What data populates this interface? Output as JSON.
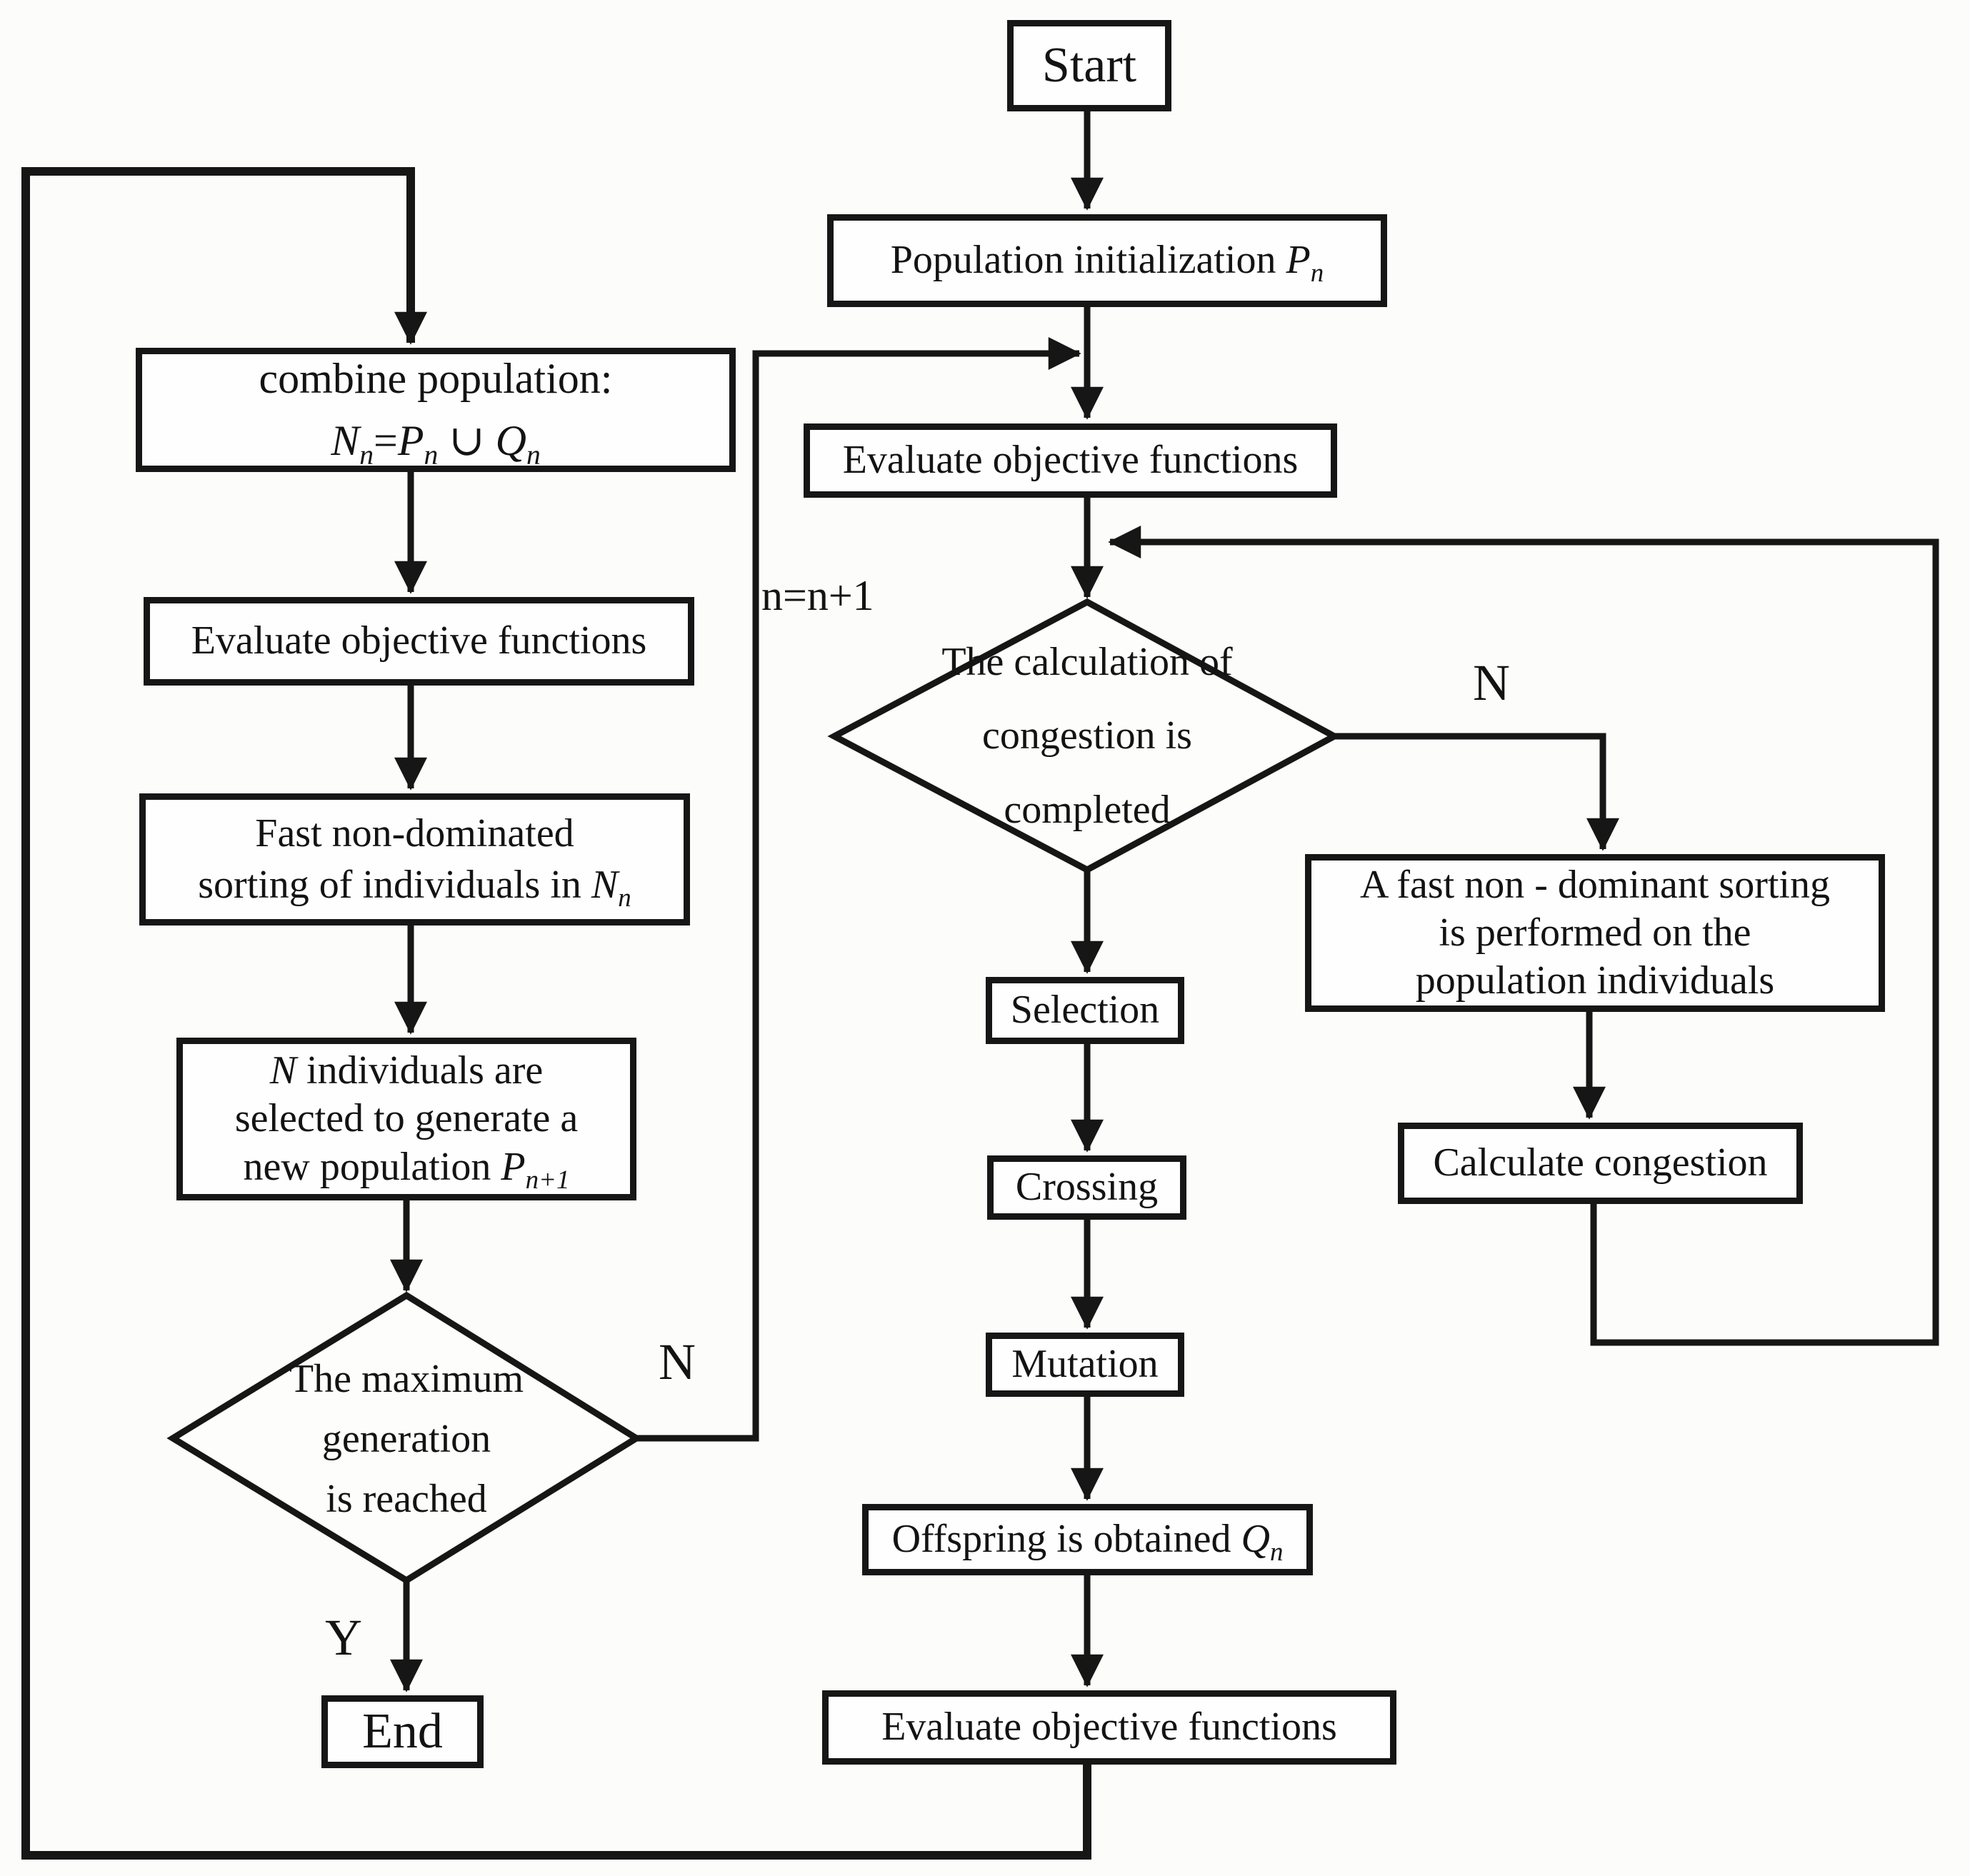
{
  "page": {
    "background_color": "#fcfcfb",
    "line_color": "#161616",
    "box_fill_color": "#fefefe"
  },
  "flowchart": {
    "nodes": {
      "start": {
        "label": "Start",
        "shape": "rectangle"
      },
      "population_init": {
        "label": "Population initialization *{P}_{n}",
        "shape": "rectangle"
      },
      "evaluate_mid": {
        "label": "Evaluate objective functions",
        "shape": "rectangle"
      },
      "congestion_decision": {
        "label": "The calculation of\ncongestion is\ncompleted",
        "shape": "diamond"
      },
      "selection": {
        "label": "Selection",
        "shape": "rectangle"
      },
      "crossing": {
        "label": "Crossing",
        "shape": "rectangle"
      },
      "mutation": {
        "label": "Mutation",
        "shape": "rectangle"
      },
      "offspring": {
        "label": "Offspring is obtained *{Q}_{n}",
        "shape": "rectangle"
      },
      "evaluate_bottom": {
        "label": "Evaluate objective functions",
        "shape": "rectangle"
      },
      "fast_sort_right": {
        "label": "A fast non - dominant sorting\nis performed on the\npopulation individuals",
        "shape": "rectangle"
      },
      "calculate_congestion": {
        "label": "Calculate congestion",
        "shape": "rectangle"
      },
      "combine": {
        "label": "combine population:\n*{N}_{n}=*{P}_{n} ∪ *{Q}_{n}",
        "shape": "rectangle"
      },
      "evaluate_left": {
        "label": "Evaluate objective functions",
        "shape": "rectangle"
      },
      "fast_sort_left": {
        "label": "Fast non-dominated\nsorting of individuals in *{N}_{n}",
        "shape": "rectangle"
      },
      "select_n": {
        "label": "*{N} individuals are\nselected to generate a\nnew population *{P}_{n+1}",
        "shape": "rectangle"
      },
      "max_generation_decision": {
        "label": "The maximum\ngeneration\nis reached",
        "shape": "diamond"
      },
      "end": {
        "label": "End",
        "shape": "rectangle"
      }
    },
    "edge_labels": {
      "congestion_no": "N",
      "max_generation_no": "N",
      "max_generation_yes": "Y",
      "increment": "n=n+1"
    },
    "edges": [
      {
        "from": "start",
        "to": "population_init"
      },
      {
        "from": "population_init",
        "to": "evaluate_mid"
      },
      {
        "from": "evaluate_mid",
        "to": "congestion_decision"
      },
      {
        "from": "congestion_decision",
        "to": "selection"
      },
      {
        "from": "congestion_decision",
        "to": "fast_sort_right",
        "label": "N"
      },
      {
        "from": "fast_sort_right",
        "to": "calculate_congestion"
      },
      {
        "from": "calculate_congestion",
        "to": "congestion_decision"
      },
      {
        "from": "selection",
        "to": "crossing"
      },
      {
        "from": "crossing",
        "to": "mutation"
      },
      {
        "from": "mutation",
        "to": "offspring"
      },
      {
        "from": "offspring",
        "to": "evaluate_bottom"
      },
      {
        "from": "evaluate_bottom",
        "to": "combine"
      },
      {
        "from": "combine",
        "to": "evaluate_left"
      },
      {
        "from": "evaluate_left",
        "to": "fast_sort_left"
      },
      {
        "from": "fast_sort_left",
        "to": "select_n"
      },
      {
        "from": "select_n",
        "to": "max_generation_decision"
      },
      {
        "from": "max_generation_decision",
        "to": "end",
        "label": "Y"
      },
      {
        "from": "max_generation_decision",
        "to": "evaluate_mid",
        "label": "N, n=n+1"
      }
    ]
  }
}
